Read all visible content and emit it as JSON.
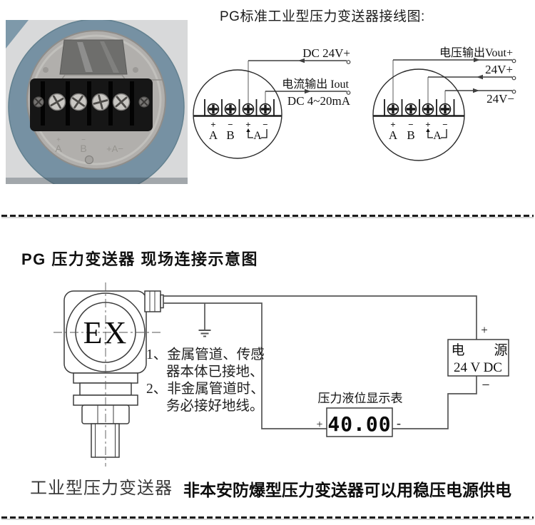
{
  "colors": {
    "housing_blue": "#7691a3",
    "metal_face": "#b1afac",
    "wire": "#4f4f4f"
  },
  "top": {
    "title": "PG标准工业型压力变送器接线图:",
    "photo": {
      "mark_a": "+",
      "term_a": "A",
      "mark_b": "−",
      "term_b": "B",
      "term_group": "+A−"
    },
    "current_diagram": {
      "supply_label": "DC 24V+",
      "output_label": "电流输出 Iout",
      "range_label": "DC 4~20mA",
      "sign_1": "+",
      "sign_2": "−",
      "sign_3": "+",
      "sign_4": "−",
      "term_1": "A",
      "term_2": "B",
      "term_3": "A"
    },
    "voltage_diagram": {
      "vout_label": "电压输出Vout+",
      "v_plus_label": "24V+",
      "v_minus_label": "24V−",
      "sign_1": "+",
      "sign_2": "−",
      "sign_3": "+",
      "sign_4": "−",
      "term_1": "A",
      "term_2": "B",
      "term_3": "A"
    }
  },
  "field": {
    "title": "PG 压力变送器 现场连接示意图",
    "ex_mark": "EX",
    "notes": {
      "line_1": "1、金属管道、传感",
      "line_2": "器本体已接地、",
      "line_3": "2、非金属管道时、",
      "line_4": "务必接好地线。"
    },
    "power": {
      "name_left": "电",
      "name_right": "源",
      "rating": "24 V DC",
      "plus": "+",
      "minus": "−"
    },
    "meter": {
      "label": "压力液位显示表",
      "plus": "+",
      "minus": "-",
      "value": "40.00"
    },
    "caption_device": "工业型压力变送器",
    "caption_note": "非本安防爆型压力变送器可以用稳压电源供电"
  }
}
